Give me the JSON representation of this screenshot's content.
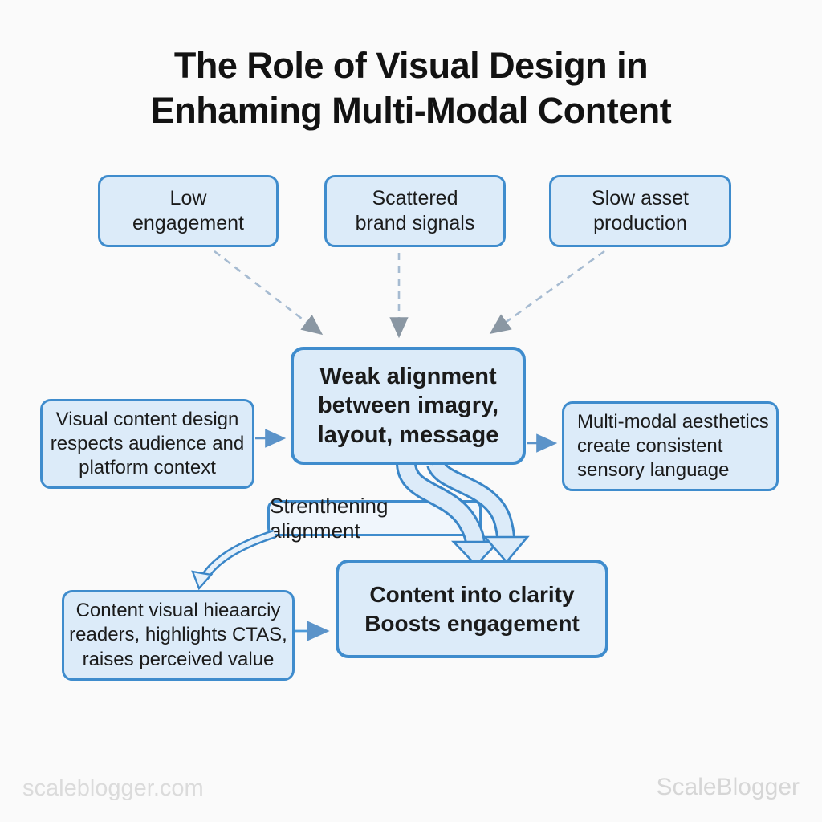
{
  "title": "The Role of Visual Design in\nEnhaming Multi-Modal Content",
  "nodes": {
    "low_engagement": "Low\nengagement",
    "scattered_brand_signals": "Scattered\nbrand signals",
    "slow_asset_production": "Slow asset\nproduction",
    "weak_alignment": "Weak alignment\nbetween imagry,\nlayout, message",
    "visual_content_design": "Visual content design\nrespects audience and\nplatform context",
    "multi_modal_aesthetics": "Multi-modal aesthetics\ncreate consistent\nsensory language",
    "strengthening_alignment": "Strenthening alignment",
    "content_visual_hierarchy": "Content visual hieaarciy\nreaders, highlights CTAS,\nraises perceived value",
    "content_into_clarity": "Content into clarity\nBoosts engagement"
  },
  "footer": {
    "left": "scaleblogger.com",
    "right": "ScaleBlogger"
  },
  "colors": {
    "background": "#fafafa",
    "node_fill": "#dcebf9",
    "node_border": "#3f8ccd",
    "solid_arrow": "#5b93c9",
    "dashed_line": "#a6bbd1",
    "dashed_arrowhead": "#8a97a3",
    "ribbon_fill": "#dcebf9",
    "ribbon_outline": "#3a86c8",
    "title_text": "#121212",
    "body_text": "#1b1b1b",
    "footer_text": "#dbdbdb"
  }
}
